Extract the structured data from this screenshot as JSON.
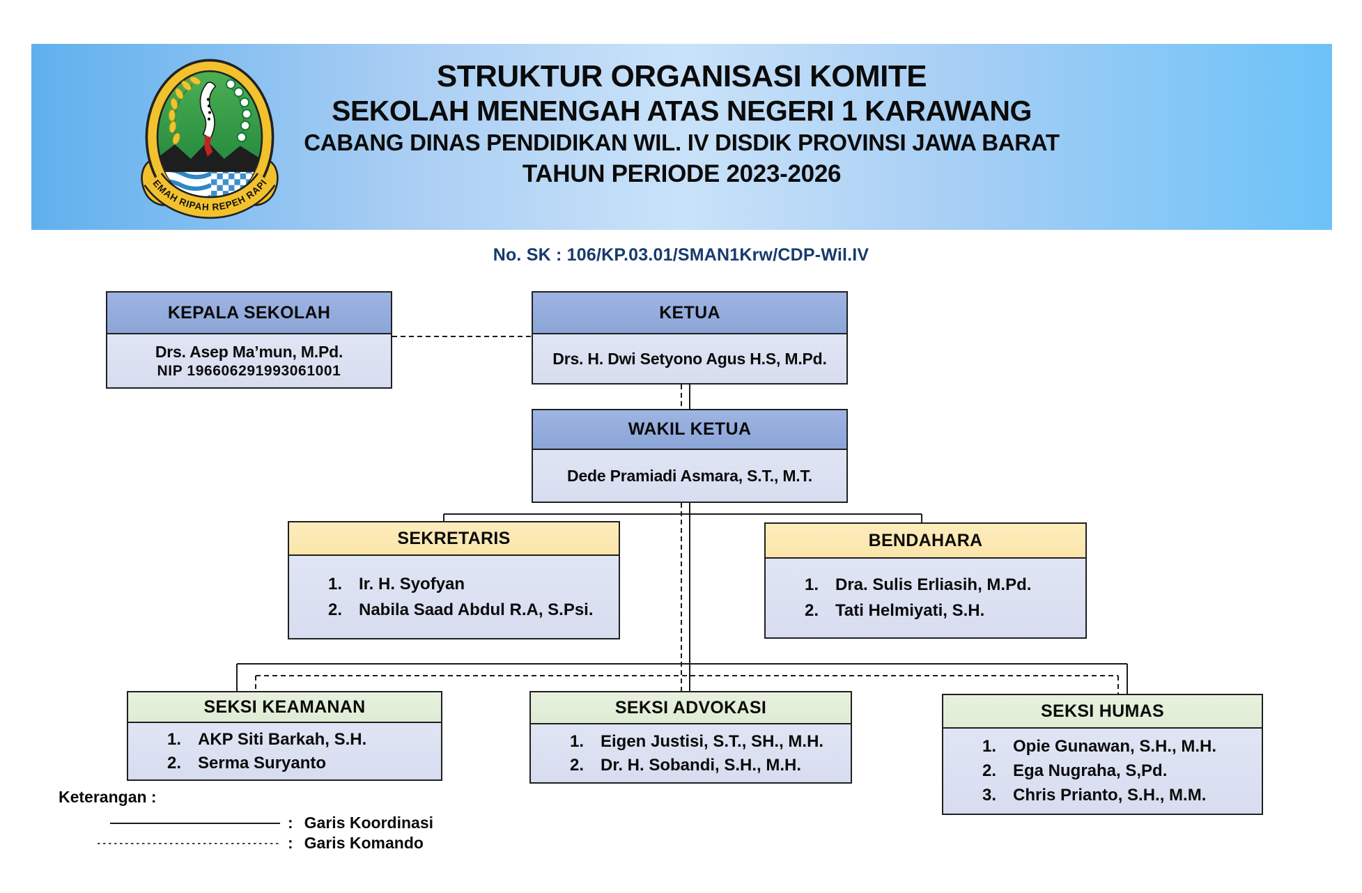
{
  "header": {
    "lines": [
      "STRUKTUR ORGANISASI KOMITE",
      "SEKOLAH MENENGAH ATAS NEGERI 1 KARAWANG",
      "CABANG DINAS PENDIDIKAN WIL. IV DISDIK PROVINSI JAWA BARAT",
      "TAHUN PERIODE 2023-2026"
    ],
    "logo_motto": "GEMAH RIPAH REPEH RAPIH"
  },
  "sk_number": "No. SK : 106/KP.03.01/SMAN1Krw/CDP-Wil.IV",
  "boxes": {
    "kepala_sekolah": {
      "title": "KEPALA SEKOLAH",
      "name": "Drs. Asep Ma’mun, M.Pd.",
      "nip": "NIP  196606291993061001"
    },
    "ketua": {
      "title": "KETUA",
      "name": "Drs. H. Dwi Setyono Agus H.S, M.Pd."
    },
    "wakil_ketua": {
      "title": "WAKIL KETUA",
      "name": "Dede Pramiadi Asmara, S.T., M.T."
    },
    "sekretaris": {
      "title": "SEKRETARIS",
      "items": [
        {
          "num": "1.",
          "name": "Ir. H. Syofyan"
        },
        {
          "num": "2.",
          "name": "Nabila Saad Abdul R.A, S.Psi."
        }
      ]
    },
    "bendahara": {
      "title": "BENDAHARA",
      "items": [
        {
          "num": "1.",
          "name": "Dra. Sulis Erliasih, M.Pd."
        },
        {
          "num": "2.",
          "name": "Tati Helmiyati, S.H."
        }
      ]
    },
    "seksi_keamanan": {
      "title": "SEKSI KEAMANAN",
      "items": [
        {
          "num": "1.",
          "name": "AKP Siti Barkah, S.H."
        },
        {
          "num": "2.",
          "name": "Serma Suryanto"
        }
      ]
    },
    "seksi_advokasi": {
      "title": "SEKSI ADVOKASI",
      "items": [
        {
          "num": "1.",
          "name": "Eigen Justisi, S.T., SH., M.H."
        },
        {
          "num": "2.",
          "name": "Dr. H. Sobandi, S.H., M.H."
        }
      ]
    },
    "seksi_humas": {
      "title": "SEKSI HUMAS",
      "items": [
        {
          "num": "1.",
          "name": "Opie Gunawan, S.H., M.H."
        },
        {
          "num": "2.",
          "name": "Ega Nugraha, S,Pd."
        },
        {
          "num": "3.",
          "name": "Chris Prianto, S.H., M.M."
        }
      ]
    }
  },
  "legend": {
    "heading": "Keterangan :",
    "items": [
      {
        "line_style": "solid",
        "separator": ":",
        "label": "Garis Koordinasi"
      },
      {
        "line_style": "dashed",
        "separator": ":",
        "label": "Garis Komando"
      }
    ]
  },
  "colors": {
    "header_gradient_left": "#5fb0ee",
    "header_gradient_center": "#c9e2f9",
    "header_gradient_right": "#6cc2f8",
    "blue_box_header": "#92abdc",
    "cream_box_header": "#fce9b4",
    "green_box_header": "#e3eeda",
    "box_body": "#dbe0f2",
    "sk_text_color": "#173a6d",
    "connector_color": "#1a1a1a",
    "logo_gold": "#f2c12e",
    "logo_green": "#1f8a3c"
  }
}
